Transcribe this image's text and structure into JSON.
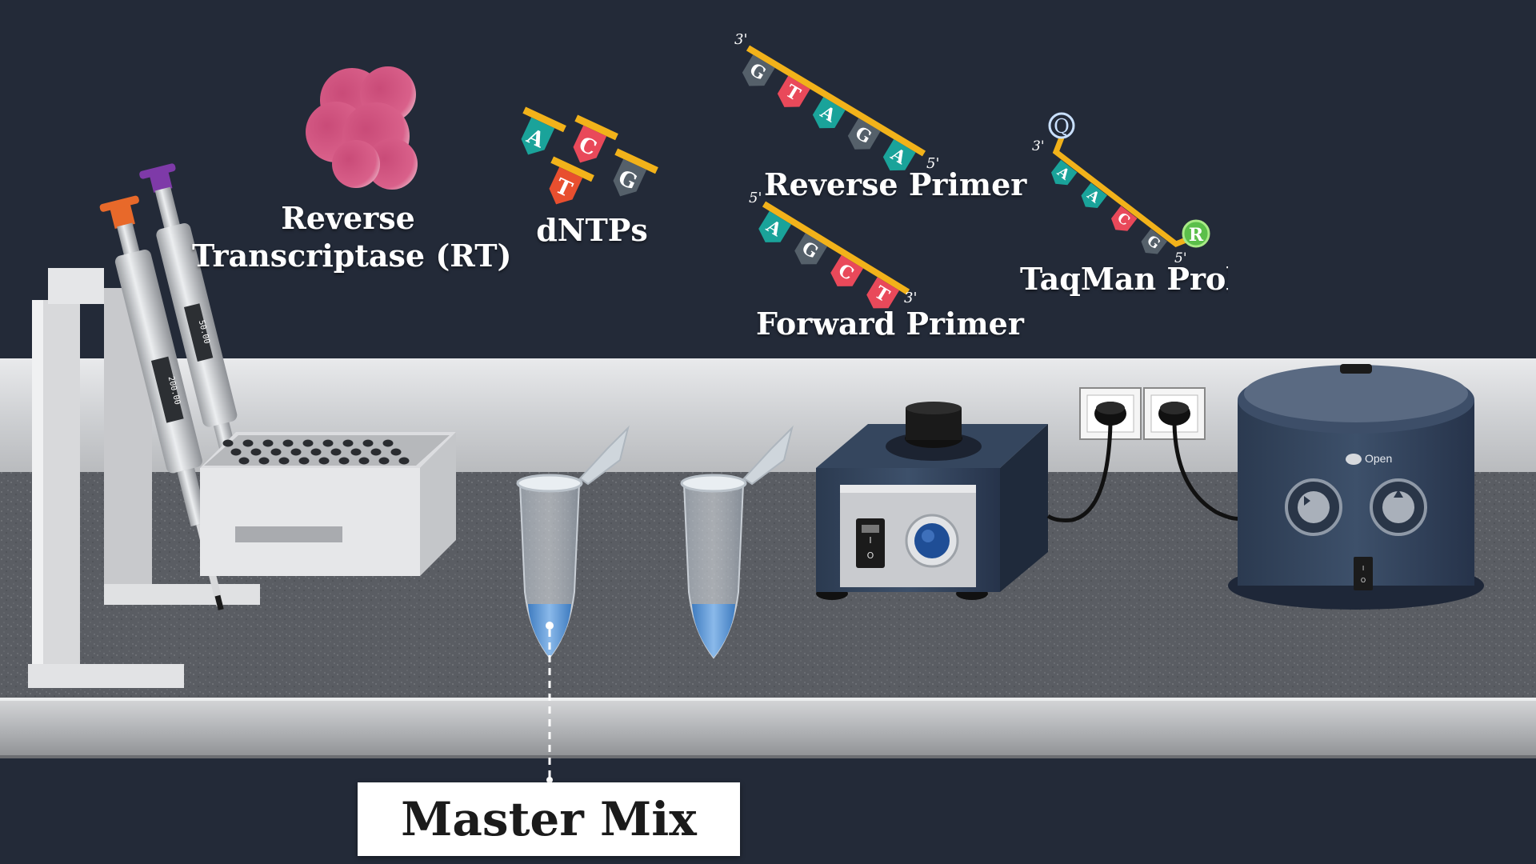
{
  "scene": {
    "reagents": {
      "rt_line1": "Reverse",
      "rt_line2": "Transcriptase (RT)",
      "dntps": "dNTPs",
      "reverse_primer": "Reverse Primer",
      "forward_primer": "Forward Primer",
      "taqman_probe": "TaqMan Prob"
    },
    "dntp_letters": [
      "A",
      "C",
      "T",
      "G"
    ],
    "reverse_primer_bases": [
      "G",
      "T",
      "A",
      "G",
      "A"
    ],
    "reverse_primer_ends": [
      "3'",
      "5'"
    ],
    "forward_primer_bases": [
      "A",
      "G",
      "C",
      "T"
    ],
    "forward_primer_ends": [
      "5'",
      "3'"
    ],
    "taqman_bases": [
      "A",
      "A",
      "C",
      "G"
    ],
    "taqman_ends": [
      "3'",
      "5'"
    ],
    "taqman_quencher": "Q",
    "taqman_reporter": "R",
    "pipette_volumes": [
      "200.00",
      "50.00"
    ],
    "centrifuge_open": "Open",
    "switch_marks": [
      "I",
      "O"
    ],
    "master_mix": "Master Mix"
  },
  "colors": {
    "background": "#232a38",
    "primer_backbone": "#f2b21a",
    "base_teal": "#1aa39a",
    "base_red": "#e9495a",
    "base_grey": "#55606a",
    "rt_enzyme": "#d9507a",
    "liquid": "#5b9ad6"
  }
}
